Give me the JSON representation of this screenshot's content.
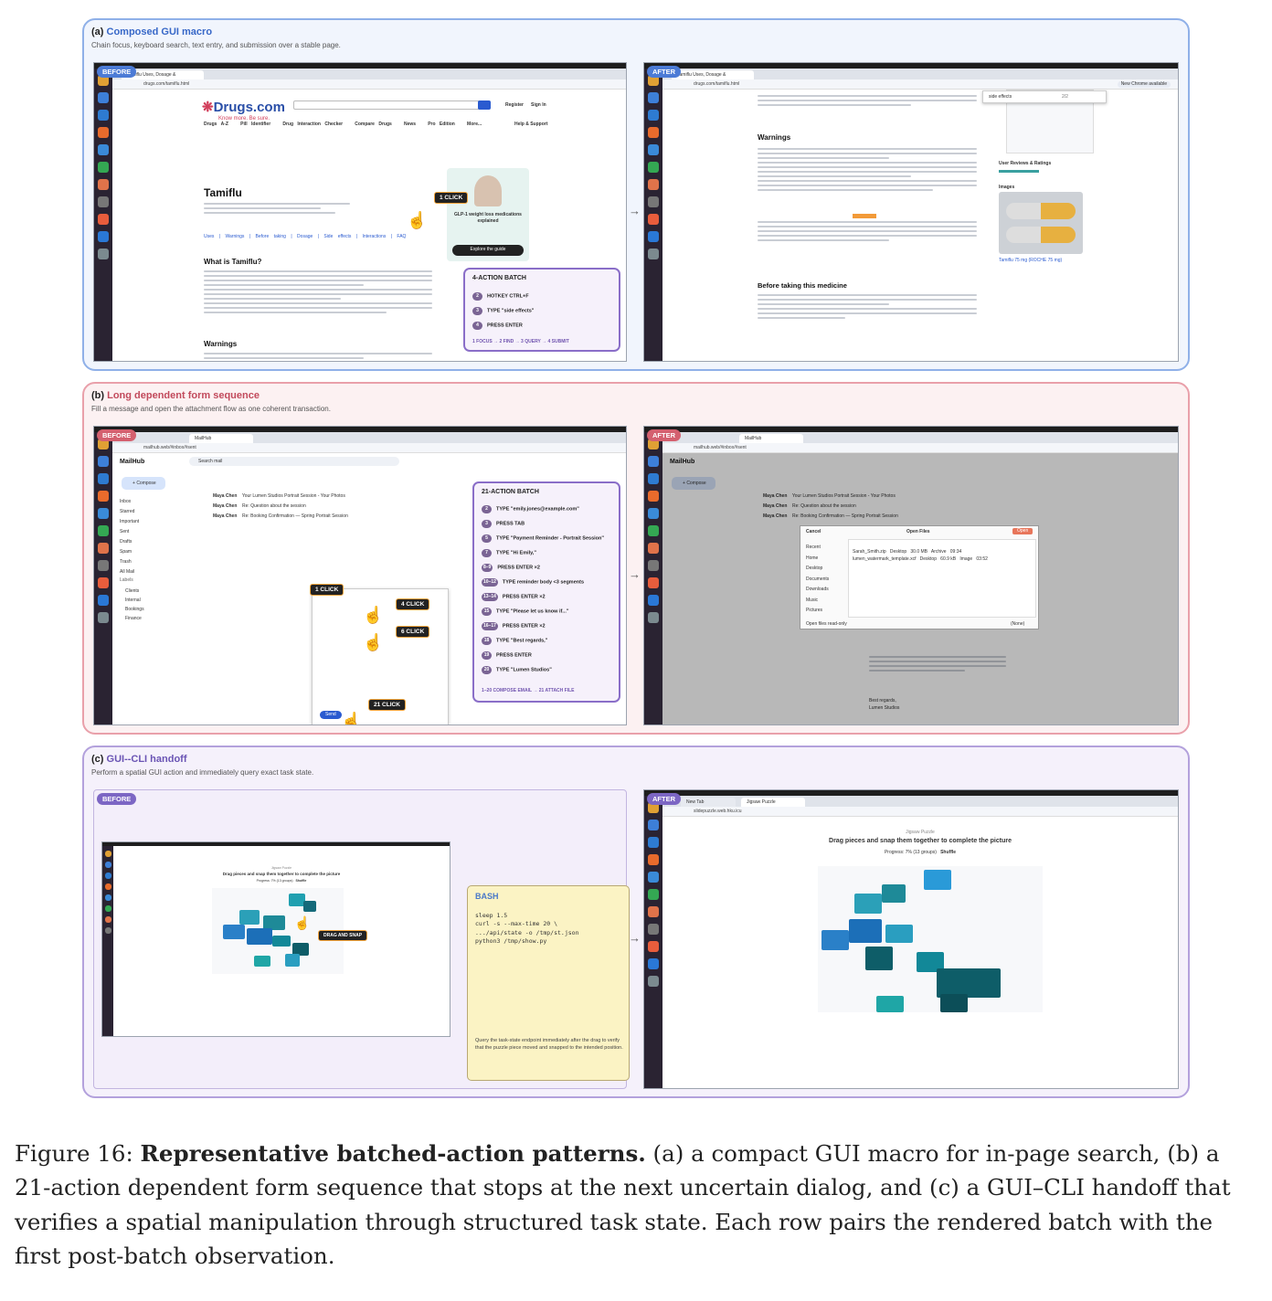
{
  "panels": {
    "a": {
      "label": "(a)",
      "title": "Composed GUI macro",
      "subtitle": "Chain focus, keyboard search, text entry, and submission over a stable page.",
      "before_badge": "BEFORE",
      "after_badge": "AFTER",
      "click_label": "1 CLICK",
      "site": {
        "logo": "Drugs.com",
        "tagline": "Know more. Be sure.",
        "nav": [
          "Drugs A-Z",
          "Pill Identifier",
          "Drug Interaction Checker",
          "Compare Drugs",
          "News",
          "Pro Edition",
          "More..."
        ],
        "right_links": [
          "Register",
          "Sign In",
          "Help & Support"
        ],
        "drug_title": "Tamiflu",
        "tabs_row": [
          "Uses",
          "Warnings",
          "Before taking",
          "Dosage",
          "Side effects",
          "Interactions",
          "FAQ"
        ],
        "section_what": "What is Tamiflu?",
        "section_warnings": "Warnings",
        "section_before": "Before taking this medicine",
        "ad_title": "GLP-1 weight loss medications explained",
        "ad_button": "Explore the guide",
        "url": "drugs.com/tamiflu.html",
        "tab_title": "Tamiflu Uses, Dosage &",
        "find_query": "side effects",
        "find_count": "2/2",
        "reviews": "User Reviews & Ratings",
        "images_label": "Images",
        "pill_caption": "Tamiflu 75 mg (ROCHE 75 mg)",
        "chrome_notice": "New Chrome available"
      },
      "batch": {
        "title": "4-ACTION BATCH",
        "steps": [
          {
            "n": "2",
            "t": "HOTKEY CTRL+F"
          },
          {
            "n": "3",
            "t": "TYPE \"side effects\""
          },
          {
            "n": "4",
            "t": "PRESS ENTER"
          }
        ],
        "footer": "1 FOCUS → 2 FIND → 3 QUERY → 4 SUBMIT"
      }
    },
    "b": {
      "label": "(b)",
      "title": "Long dependent form sequence",
      "subtitle": "Fill a message and open the attachment flow as one coherent transaction.",
      "before_badge": "BEFORE",
      "after_badge": "AFTER",
      "clicks": [
        "1 CLICK",
        "4 CLICK",
        "6 CLICK",
        "21 CLICK"
      ],
      "mail": {
        "app": "MailHub",
        "compose": "Compose",
        "search": "Search mail",
        "url": "mailhub.web/#inbox/#sent",
        "folders": [
          "Inbox",
          "Starred",
          "Important",
          "Sent",
          "Drafts",
          "Spam",
          "Trash",
          "All Mail"
        ],
        "labels_title": "Labels",
        "labels": [
          "Clients",
          "Internal",
          "Bookings",
          "Finance"
        ],
        "rows": [
          {
            "from": "Maya Chen",
            "subject": "Your Lumen Studios Portrait Session - Your Photos"
          },
          {
            "from": "Maya Chen",
            "subject": "Re: Question about the session"
          },
          {
            "from": "Maya Chen",
            "subject": "Re: Booking Confirmation — Spring Portrait Session"
          }
        ],
        "send": "Send",
        "dialog_title": "Open Files",
        "dialog_cancel": "Cancel",
        "dialog_open": "Open",
        "dialog_places": [
          "Recent",
          "Home",
          "Desktop",
          "Documents",
          "Downloads",
          "Music",
          "Pictures"
        ],
        "files": [
          {
            "name": "Sarah_Smith.zip",
            "loc": "Desktop",
            "size": "30.0 MB",
            "type": "Archive",
            "time": "09:34"
          },
          {
            "name": "lumen_watermark_template.xcf",
            "loc": "Desktop",
            "size": "60.9 kB",
            "type": "Image",
            "time": "03:52"
          }
        ],
        "dialog_readonly": "Open files read-only",
        "dialog_filter": "(None)",
        "sign_off": "Best regards,",
        "sign_name": "Lumen Studios"
      },
      "batch": {
        "title": "21-ACTION BATCH",
        "steps": [
          {
            "n": "2",
            "t": "TYPE \"emily.jones@example.com\""
          },
          {
            "n": "3",
            "t": "PRESS TAB"
          },
          {
            "n": "5",
            "t": "TYPE \"Payment Reminder - Portrait Session\""
          },
          {
            "n": "7",
            "t": "TYPE \"Hi Emily,\""
          },
          {
            "n": "8–9",
            "t": "PRESS ENTER ×2"
          },
          {
            "n": "10–12",
            "t": "TYPE reminder body <3 segments"
          },
          {
            "n": "13–14",
            "t": "PRESS ENTER ×2"
          },
          {
            "n": "15",
            "t": "TYPE \"Please let us know if...\""
          },
          {
            "n": "16–17",
            "t": "PRESS ENTER ×2"
          },
          {
            "n": "18",
            "t": "TYPE \"Best regards,\""
          },
          {
            "n": "19",
            "t": "PRESS ENTER"
          },
          {
            "n": "20",
            "t": "TYPE \"Lumen Studios\""
          }
        ],
        "footer": "1–20 COMPOSE EMAIL → 21 ATTACH FILE"
      }
    },
    "c": {
      "label": "(c)",
      "title": "GUI--CLI handoff",
      "subtitle": "Perform a spatial GUI action and immediately query exact task state.",
      "before_badge": "BEFORE",
      "after_badge": "AFTER",
      "drag_label": "DRAG AND SNAP",
      "puzzle": {
        "heading": "Drag pieces and snap them together to complete the picture",
        "small_title": "Jigsaw Puzzle",
        "progress": "Progress: 7% (13 groups)",
        "shuffle": "Shuffle",
        "url": "slidepuzzle.web.hku.icu",
        "tab": "Jigsaw Puzzle",
        "tab2": "New Tab"
      },
      "bash": {
        "title": "BASH",
        "code": "sleep 1.5\ncurl -s --max-time 20 \\\n.../api/state -o /tmp/st.json\npython3 /tmp/show.py",
        "note": "Query the task-state endpoint immediately after the drag to verify that the puzzle piece moved and snapped to the intended position."
      }
    }
  },
  "caption": {
    "prefix": "Figure 16: ",
    "bold": "Representative batched-action patterns.",
    "rest": " (a) a compact GUI macro for in-page search, (b) a 21-action dependent form sequence that stops at the next uncertain dialog, and (c) a GUI–CLI handoff that verifies a spatial manipulation through structured task state. Each row pairs the rendered batch with the first post-batch observation."
  },
  "colors": {
    "panel_a": "#8fb0e8",
    "panel_b": "#e9a0aa",
    "panel_c": "#b3a1dc",
    "batch_border": "#8a6ec8",
    "bash_bg": "#fbf3c4"
  }
}
